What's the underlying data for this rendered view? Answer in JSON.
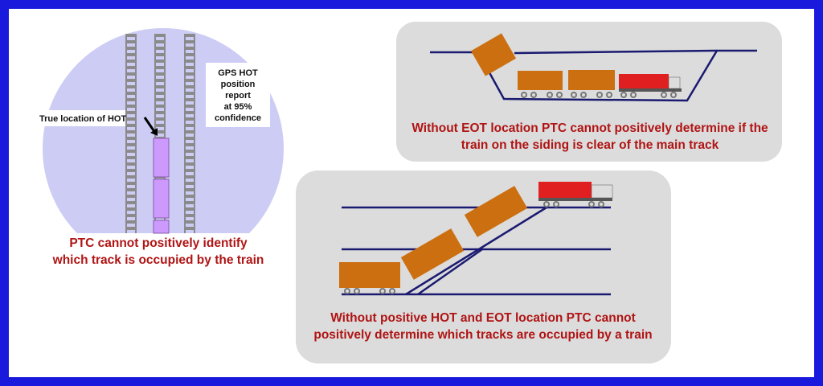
{
  "colors": {
    "border": "#1a1adc",
    "circle": "#ccccf5",
    "panel": "#dcdcdc",
    "caption": "#b01414",
    "car": "#cc6f10",
    "locomotive": "#e02020",
    "track": "#1a1a70",
    "hot_car": "#cc99ff"
  },
  "left_panel": {
    "true_location_label": "True location of HOT",
    "gps_label": [
      "GPS HOT",
      "position",
      "report",
      "at 95%",
      "confidence"
    ],
    "caption": [
      "PTC cannot positively identify",
      "which track is occupied by the train"
    ]
  },
  "top_panel": {
    "caption": [
      "Without EOT location PTC cannot positively determine if the",
      "train on the siding is clear of the main track"
    ]
  },
  "bottom_panel": {
    "caption": [
      "Without positive HOT and EOT location PTC cannot",
      "positively determine which tracks are occupied by a train"
    ]
  }
}
